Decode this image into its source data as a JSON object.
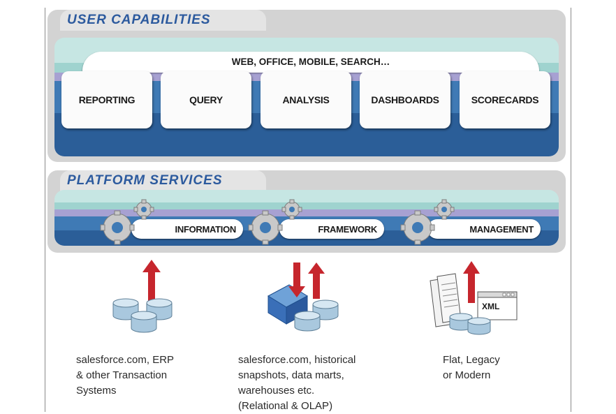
{
  "user_capabilities": {
    "title": "USER CAPABILITIES",
    "channels": "WEB, OFFICE, MOBILE, SEARCH…",
    "modules": [
      "REPORTING",
      "QUERY",
      "ANALYSIS",
      "DASHBOARDS",
      "SCORECARDS"
    ]
  },
  "platform_services": {
    "title": "PLATFORM SERVICES",
    "services": [
      "INFORMATION",
      "FRAMEWORK",
      "MANAGEMENT"
    ]
  },
  "sources": [
    {
      "caption": "salesforce.com, ERP\n& other Transaction\nSystems"
    },
    {
      "caption": "salesforce.com, historical\nsnapshots, data marts,\nwarehouses etc.\n(Relational & OLAP)"
    },
    {
      "caption": "Flat, Legacy\nor Modern",
      "doc_label": "XML"
    }
  ],
  "colors": {
    "title_blue": "#2c5a9e",
    "band_teal": "#9fd3cf",
    "band_purple": "#a7a1d2",
    "band_blue": "#3f7ab5",
    "band_dark": "#2b5e98",
    "arrow_red": "#c6262d",
    "cylinder": "#b8d3e6",
    "cube": "#3a6fb8"
  }
}
